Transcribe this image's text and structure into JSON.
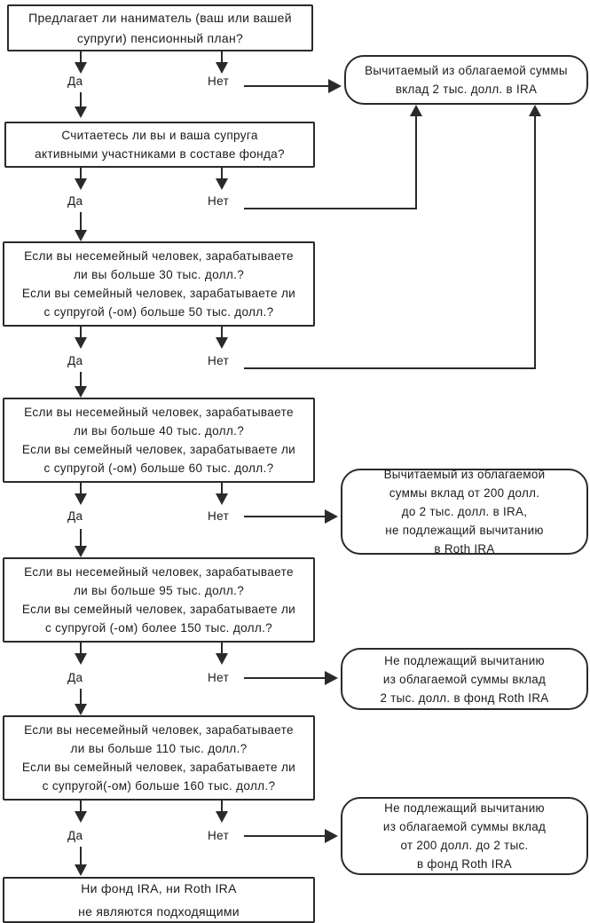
{
  "diagram": {
    "title": "IRA / Roth IRA eligibility decision flowchart",
    "language": "ru",
    "edge_labels": {
      "yes": "Да",
      "no": "Нет"
    },
    "colors": {
      "stroke": "#2a2a2a",
      "text": "#1b1b1b",
      "background": "#ffffff"
    }
  },
  "nodes": {
    "q1": {
      "shape": "rect",
      "lines": [
        "Предлагает ли наниматель (ваш или вашей",
        "супруги) пенсионный план?"
      ]
    },
    "q2": {
      "shape": "rect",
      "lines": [
        "Считаетесь ли вы и ваша супруга",
        "активными участниками в составе фонда?"
      ]
    },
    "q3": {
      "shape": "rect",
      "lines": [
        "Если вы несемейный человек, зарабатываете",
        "ли вы больше 30 тыс. долл.?",
        "Если вы семейный человек, зарабатываете ли",
        "с супругой (-ом) больше 50 тыс. долл.?"
      ]
    },
    "q4": {
      "shape": "rect",
      "lines": [
        "Если вы несемейный человек, зарабатываете",
        "ли вы больше 40 тыс. долл.?",
        "Если вы семейный человек, зарабатываете ли",
        "с супругой (-ом) больше 60 тыс. долл.?"
      ]
    },
    "q5": {
      "shape": "rect",
      "lines": [
        "Если вы несемейный человек, зарабатываете",
        "ли вы больше 95 тыс. долл.?",
        "Если вы семейный человек, зарабатываете ли",
        "с супругой (-ом) более 150 тыс. долл.?"
      ]
    },
    "q6": {
      "shape": "rect",
      "lines": [
        "Если вы несемейный человек, зарабатываете",
        "ли вы больше 110 тыс. долл.?",
        "Если вы семейный человек, зарабатываете ли",
        "с супругой(-ом) больше 160 тыс. долл.?"
      ]
    },
    "r1": {
      "shape": "round",
      "lines": [
        "Вычитаемый из облагаемой суммы",
        "вклад 2 тыс. долл. в IRA"
      ]
    },
    "r2": {
      "shape": "round",
      "lines": [
        "Вычитаемый из облагаемой",
        "суммы вклад от 200 долл.",
        "до 2 тыс. долл. в IRA,",
        "не подлежащий вычитанию",
        "в Roth IRA"
      ]
    },
    "r3": {
      "shape": "round",
      "lines": [
        "Не подлежащий вычитанию",
        "из облагаемой суммы вклад",
        "2 тыс. долл. в фонд Roth IRA"
      ]
    },
    "r4": {
      "shape": "round",
      "lines": [
        "Не подлежащий вычитанию",
        "из облагаемой суммы вклад",
        "от 200 долл. до 2 тыс.",
        "в фонд Roth IRA"
      ]
    },
    "end": {
      "shape": "rect",
      "lines": [
        "Ни фонд IRA, ни Roth IRA",
        "не являются подходящими"
      ]
    }
  },
  "labels": {
    "yes1": "Да",
    "no1": "Нет",
    "yes2": "Да",
    "no2": "Нет",
    "yes3": "Да",
    "no3": "Нет",
    "yes4": "Да",
    "no4": "Нет",
    "yes5": "Да",
    "no5": "Нет",
    "yes6": "Да",
    "no6": "Нет"
  }
}
